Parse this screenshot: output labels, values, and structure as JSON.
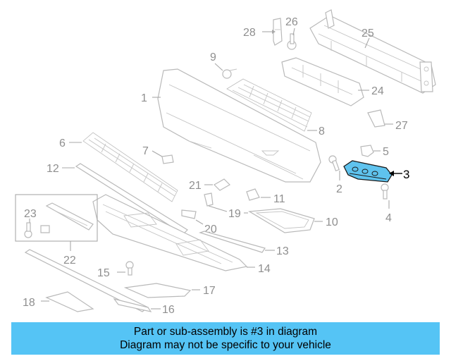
{
  "diagram": {
    "callouts": {
      "c1": "1",
      "c2": "2",
      "c3": "3",
      "c4": "4",
      "c5": "5",
      "c6": "6",
      "c7": "7",
      "c8": "8",
      "c9": "9",
      "c10": "10",
      "c11": "11",
      "c12": "12",
      "c13": "13",
      "c14": "14",
      "c15": "15",
      "c16": "16",
      "c17": "17",
      "c18": "18",
      "c19": "19",
      "c20": "20",
      "c21": "21",
      "c22": "22",
      "c23": "23",
      "c24": "24",
      "c25": "25",
      "c26": "26",
      "c27": "27",
      "c28": "28"
    },
    "highlighted_part": "3",
    "colors": {
      "highlight_fill": "#5fc3ee",
      "banner_background": "#55c4f5",
      "part_outline": "#b9b9b9"
    }
  },
  "banner": {
    "line1": "Part or sub-assembly is #3 in diagram",
    "line2": "Diagram may not be specific to your vehicle"
  }
}
